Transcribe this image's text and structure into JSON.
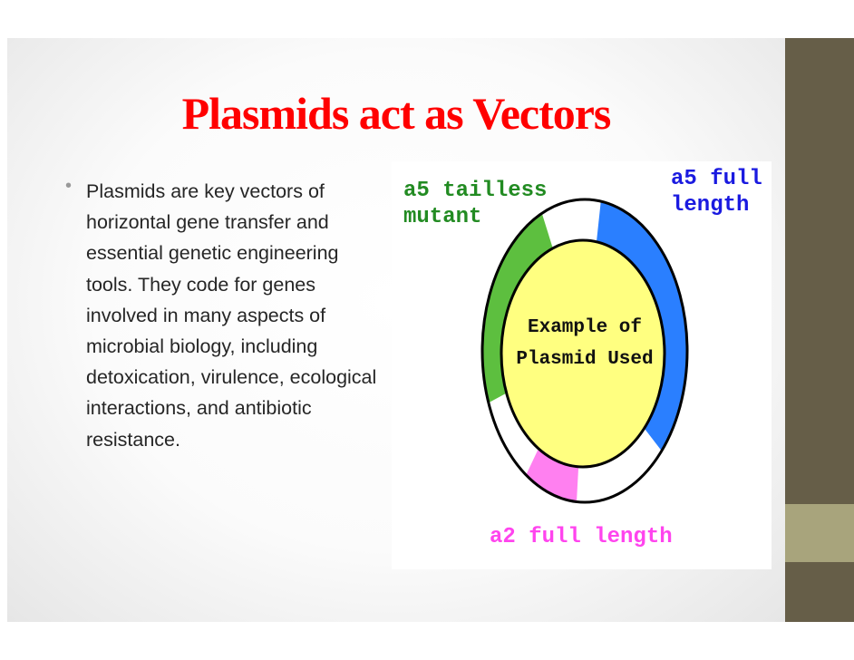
{
  "slide": {
    "title": "Plasmids act as Vectors",
    "bullet_symbol": "•",
    "bullet_text": "Plasmids are key vectors of horizontal gene transfer and essential genetic engineering tools. They code for genes involved in many aspects of microbial biology, including detoxication, virulence, ecological interactions, and antibiotic resistance."
  },
  "diagram": {
    "center_label_line1": "Example of",
    "center_label_line2": "Plasmid Used",
    "label_tailless_line1": "a5 tailless",
    "label_tailless_line2": "mutant",
    "label_a5_full_line1": "a5 full",
    "label_a5_full_line2": "length",
    "label_a2_full": "a2 full length",
    "colors": {
      "green": "#5dbf3f",
      "blue": "#2a7fff",
      "pink": "#ff80f0",
      "yellow": "#ffff80"
    }
  },
  "theme": {
    "title_color": "#ff0000",
    "sidebar": "#665e48",
    "sidebar_band": "#a8a47c"
  }
}
